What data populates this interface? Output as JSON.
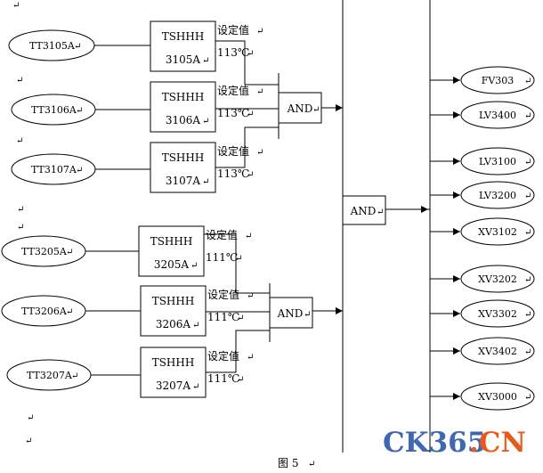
{
  "caption": "图 5",
  "return_mark": "↵",
  "watermark": {
    "part1": "CK365",
    "part2": ".CN",
    "color1": "#3f68b3",
    "color2": "#e85a1a"
  },
  "input_transmitters": [
    "TT3105A",
    "TT3106A",
    "TT3107A",
    "TT3205A",
    "TT3206A",
    "TT3207A"
  ],
  "switches": [
    {
      "line1": "TSHHH",
      "line2": "3105A",
      "setpoint_label": "设定值",
      "setpoint_value": "113℃"
    },
    {
      "line1": "TSHHH",
      "line2": "3106A",
      "setpoint_label": "设定值",
      "setpoint_value": "113℃"
    },
    {
      "line1": "TSHHH",
      "line2": "3107A",
      "setpoint_label": "设定值",
      "setpoint_value": "113℃"
    },
    {
      "line1": "TSHHH",
      "line2": "3205A",
      "setpoint_label": "设定值",
      "setpoint_value": "111℃"
    },
    {
      "line1": "TSHHH",
      "line2": "3206A",
      "setpoint_label": "设定值",
      "setpoint_value": "111℃"
    },
    {
      "line1": "TSHHH",
      "line2": "3207A",
      "setpoint_label": "设定值",
      "setpoint_value": "111℃"
    }
  ],
  "gates": {
    "group1": "AND",
    "group2": "AND",
    "final": "AND"
  },
  "outputs": [
    "FV303",
    "LV3400",
    "LV3100",
    "LV3200",
    "XV3102",
    "XV3202",
    "XV3302",
    "XV3402",
    "XV3000"
  ]
}
